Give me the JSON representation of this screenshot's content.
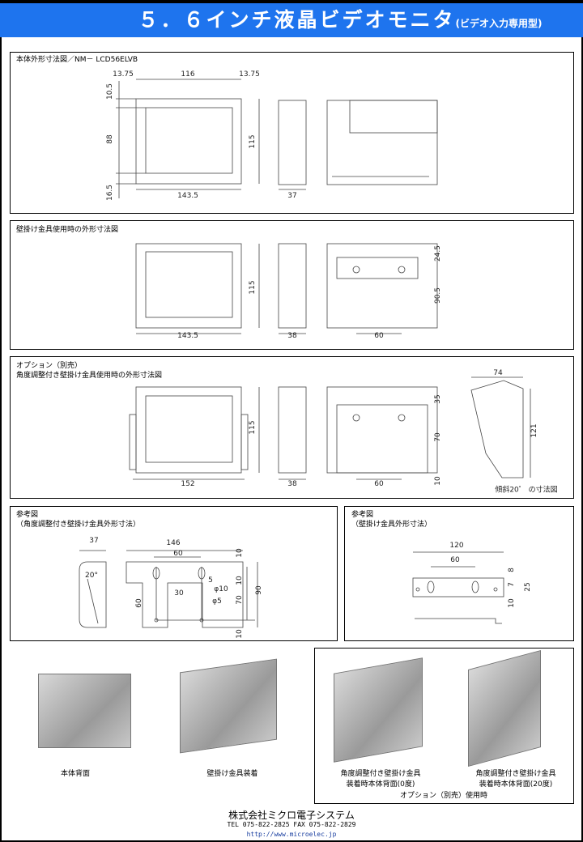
{
  "header": {
    "title": "５．６インチ液晶ビデオモニタ",
    "subtitle": "(ビデオ入力専用型)"
  },
  "section1": {
    "title": "本体外形寸法図／NM－ LCD56ELVB",
    "dims": {
      "left_margin": "13.75",
      "width_inner": "116",
      "right_margin": "13.75",
      "top": "10.5",
      "screen_h": "88",
      "bottom": "16.5",
      "width": "143.5",
      "height": "115",
      "depth": "37"
    }
  },
  "section2": {
    "title": "壁掛け金具使用時の外形寸法図",
    "dims": {
      "width": "143.5",
      "height": "115",
      "depth": "38",
      "hole_pitch": "60",
      "top": "24.5",
      "bracket_h": "90.5"
    }
  },
  "section3": {
    "title1": "オプション（別売）",
    "title2": "角度調整付き壁掛け金具使用時の外形寸法図",
    "dims": {
      "width": "152",
      "height": "115",
      "depth": "38",
      "hole_pitch": "60",
      "top": "35",
      "mid": "70",
      "bottom": "10",
      "angle_w": "74",
      "angle_h": "121"
    },
    "angle_caption": "傾斜20゜ の寸法図"
  },
  "ref_left": {
    "title1": "参考図",
    "title2": "（角度調整付き壁掛け金具外形寸法）",
    "dims": {
      "d37": "37",
      "d146": "146",
      "d60": "60",
      "d10a": "10",
      "d10b": "10",
      "d5": "5",
      "phi10": "φ10",
      "d30": "30",
      "phi5": "φ5",
      "d60v": "60",
      "d70": "70",
      "d90": "90",
      "d10c": "10",
      "angle": "20°"
    }
  },
  "ref_right": {
    "title1": "参考図",
    "title2": "（壁掛け金具外形寸法）",
    "dims": {
      "d120": "120",
      "d60": "60",
      "d8": "8",
      "d7": "7",
      "d25": "25",
      "d10": "10"
    }
  },
  "photos": {
    "rear": "本体背面",
    "wall": "壁掛け金具装着",
    "opt0_l1": "角度調整付き壁掛け金具",
    "opt0_l2": "装着時本体背面(0度)",
    "opt20_l1": "角度調整付き壁掛け金具",
    "opt20_l2": "装着時本体背面(20度)",
    "option_caption": "オプション（別売）使用時"
  },
  "footer": {
    "company": "株式会社ミクロ電子システム",
    "tel": "TEL 075-822-2825 FAX 075-822-2829",
    "url": "http://www.microelec.jp"
  }
}
